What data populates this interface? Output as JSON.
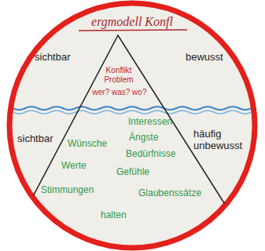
{
  "diagram": {
    "title": "ergmodell Konfl",
    "nodes": [
      {
        "text": [
          "Konflikt Problem",
          "wer? was? wo?",
          "Interessen",
          "Ängste",
          "Wünsche",
          "Bedürfnisse",
          "Werte",
          "Gefühle",
          "Stimmungen",
          "Glaubenssätze",
          "halten"
        ]
      }
    ],
    "labels": [
      "sichtbar",
      "bewusst",
      "sichtbar",
      "häufig unbewusst"
    ]
  }
}
